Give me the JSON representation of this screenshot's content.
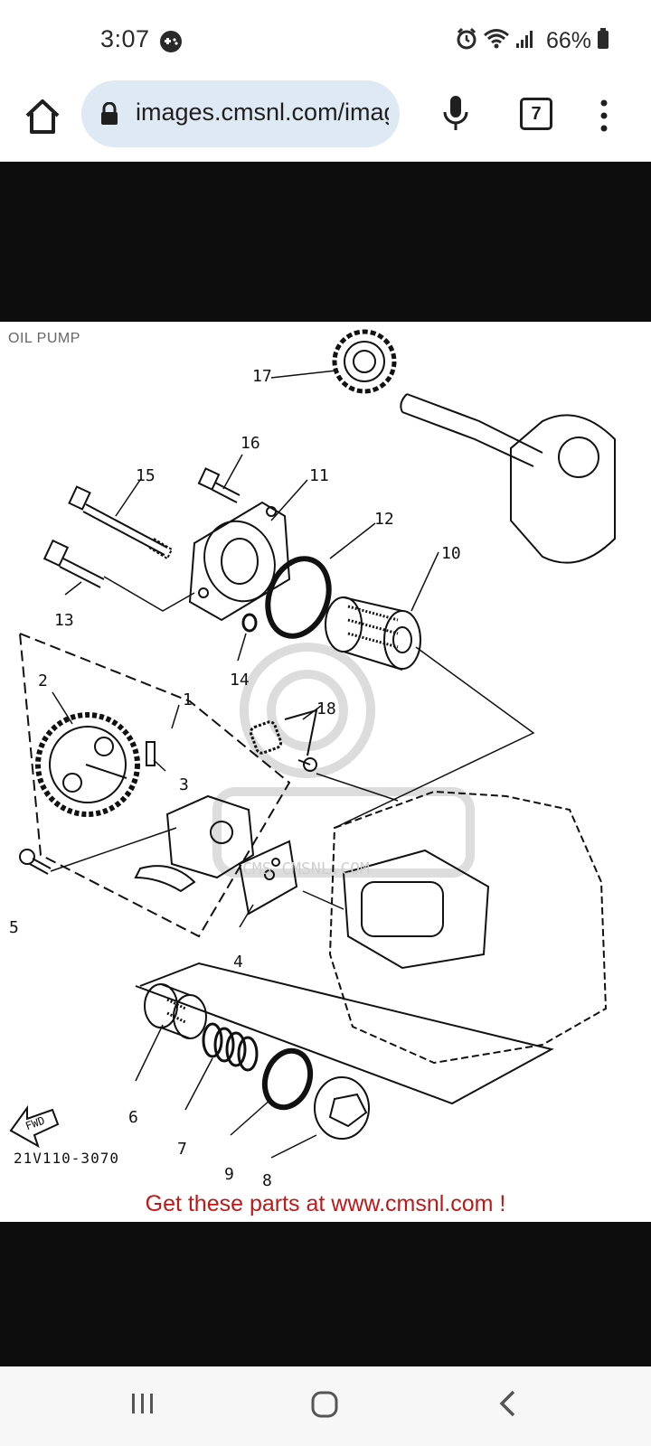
{
  "status": {
    "time": "3:07",
    "battery": "66%"
  },
  "browser": {
    "url": "images.cmsnl.com/images",
    "tab_count": "7"
  },
  "diagram": {
    "title": "OIL PUMP",
    "code": "21V110-3070",
    "fwd_label": "FWD",
    "watermark": "CMS CMSNL.COM",
    "part_labels": [
      "1",
      "2",
      "3",
      "4",
      "5",
      "6",
      "7",
      "8",
      "9",
      "10",
      "11",
      "12",
      "13",
      "14",
      "15",
      "16",
      "17",
      "18"
    ]
  },
  "promo": {
    "text": "Get these parts at www.cmsnl.com !"
  },
  "colors": {
    "url_pill": "#dfe9f3",
    "promo_red": "#c01818",
    "black_band": "#0d0d0d"
  }
}
